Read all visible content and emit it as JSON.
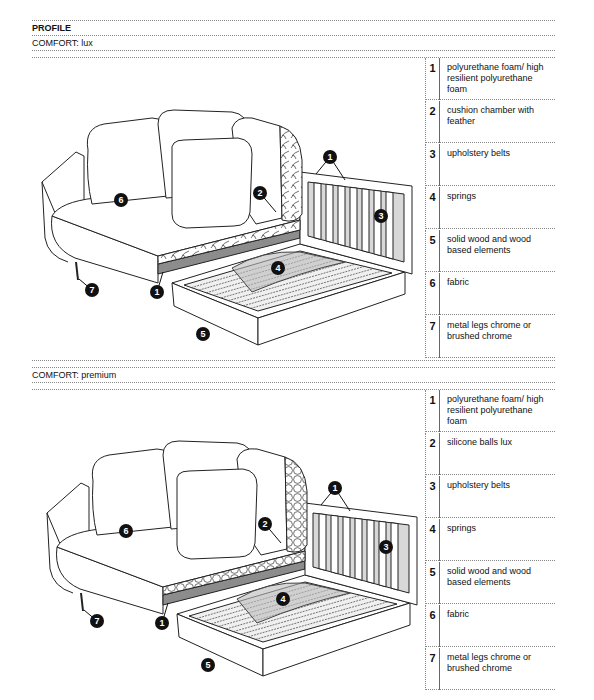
{
  "diagram": {
    "title": "PROFILE",
    "nodes": [
      {
        "text": [
          "1"
        ]
      },
      {
        "text": [
          "6"
        ]
      },
      {
        "text": [
          "2"
        ]
      },
      {
        "text": [
          "3"
        ]
      },
      {
        "text": [
          "4"
        ]
      },
      {
        "text": [
          "7"
        ]
      },
      {
        "text": [
          "1"
        ]
      },
      {
        "text": [
          "5"
        ]
      },
      {
        "text": [
          "1"
        ]
      },
      {
        "text": [
          "6"
        ]
      },
      {
        "text": [
          "2"
        ]
      },
      {
        "text": [
          "3"
        ]
      },
      {
        "text": [
          "4"
        ]
      },
      {
        "text": [
          "7"
        ]
      },
      {
        "text": [
          "1"
        ]
      },
      {
        "text": [
          "5"
        ]
      }
    ],
    "labels": [
      "COMFORT: lux",
      "1",
      "polyurethane foam/ high resilient polyurethane foam",
      "2",
      "cushion chamber with feather",
      "3",
      "upholstery belts",
      "4",
      "springs",
      "5",
      "solid wood and wood based elements",
      "6",
      "fabric",
      "7",
      "metal legs chrome or brushed chrome",
      "COMFORT: premium",
      "1",
      "polyurethane foam/ high resilient polyurethane foam",
      "2",
      "silicone balls lux",
      "3",
      "upholstery belts",
      "4",
      "springs",
      "5",
      "solid wood and wood based elements",
      "6",
      "fabric",
      "7",
      "metal legs chrome or brushed chrome"
    ]
  }
}
